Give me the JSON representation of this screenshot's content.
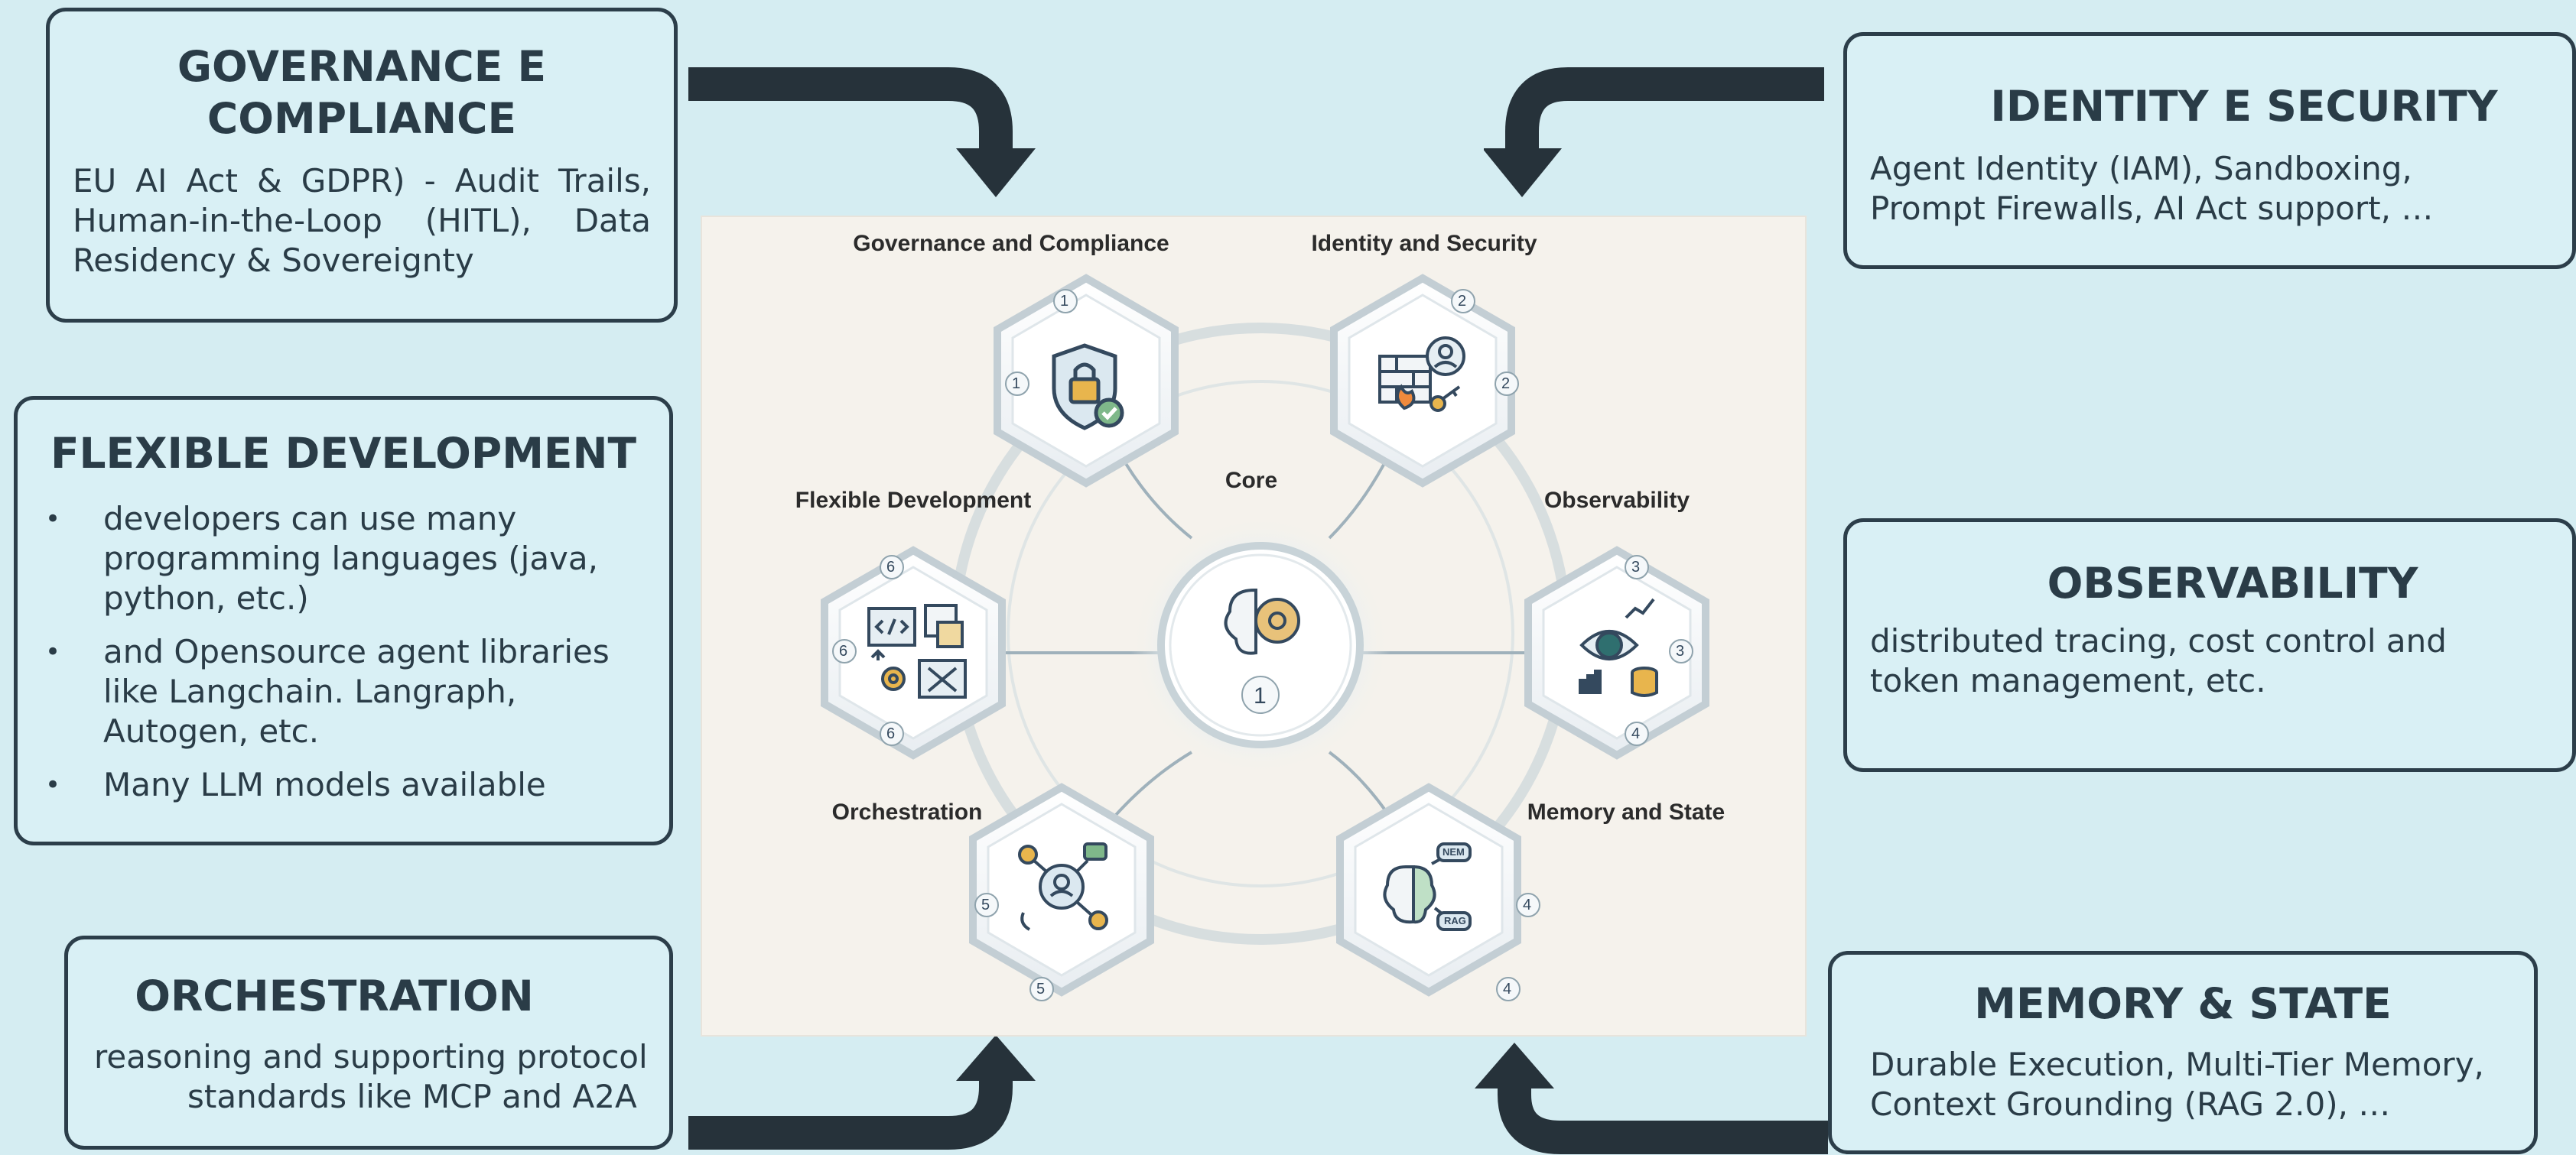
{
  "cards": {
    "governance": {
      "title_line1": "GOVERNANCE E",
      "title_line2": "COMPLIANCE",
      "body": "EU AI Act & GDPR) - Audit Trails, Human-in-the-Loop (HITL), Data Residency & Sovereignty"
    },
    "identity": {
      "title": "IDENTITY E SECURITY",
      "body": "Agent Identity (IAM), Sandboxing, Prompt Firewalls, AI Act support, …"
    },
    "flexible": {
      "title": "FLEXIBLE DEVELOPMENT",
      "bullets": [
        "developers can use many programming languages (java, python, etc.)",
        "and Opensource agent libraries like Langchain. Langraph, Autogen, etc.",
        "Many LLM models available"
      ],
      "bullet_char": "•"
    },
    "observability": {
      "title": "OBSERVABILITY",
      "body": "distributed tracing, cost control and token management, etc."
    },
    "orchestration": {
      "title": "ORCHESTRATION",
      "body_line1": "reasoning and supporting protocol",
      "body_line2": "standards like MCP and A2A"
    },
    "memory": {
      "title": "MEMORY & STATE",
      "body": "Durable Execution, Multi-Tier Memory, Context Grounding (RAG 2.0), …"
    }
  },
  "diagram": {
    "labels": {
      "governance": "Governance and Compliance",
      "identity": "Identity and Security",
      "core": "Core",
      "flexible": "Flexible Development",
      "observability": "Observability",
      "orchestration": "Orchestration",
      "memory": "Memory and State"
    },
    "core_number": "1",
    "badges": {
      "governance": "1",
      "identity": "2",
      "observability_top": "3",
      "observability_bottom": "4",
      "memory": "4",
      "orchestration": "5",
      "flexible": "6"
    },
    "memory_icon_tags": [
      "NEM",
      "RAG"
    ],
    "icons": {
      "governance": "shield-lock-icon",
      "identity": "firewall-user-key-icon",
      "core": "brain-gear-icon",
      "flexible": "code-translate-tools-icon",
      "observability": "eye-chart-database-icon",
      "orchestration": "gear-network-icon",
      "memory": "brain-memory-icon"
    }
  },
  "colors": {
    "background": "#d5edf2",
    "card_border": "#2c3e4a",
    "arrow": "#26323a",
    "text": "#2a3c47"
  }
}
